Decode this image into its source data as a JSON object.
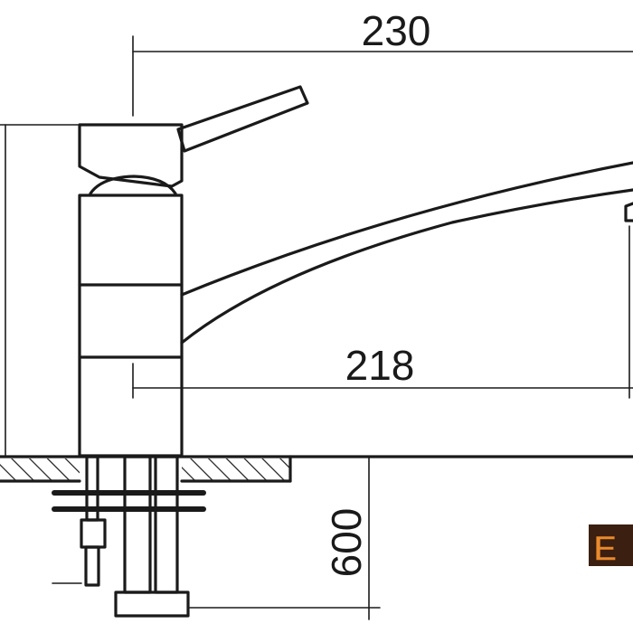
{
  "dimensions": {
    "overall_reach": "230",
    "spout_reach": "218",
    "hose_length": "600"
  },
  "logo": {
    "text": "E",
    "fill": "#e98a2c",
    "outline": "#3b1f10"
  },
  "colors": {
    "line": "#1a1a1a",
    "background": "#ffffff"
  }
}
